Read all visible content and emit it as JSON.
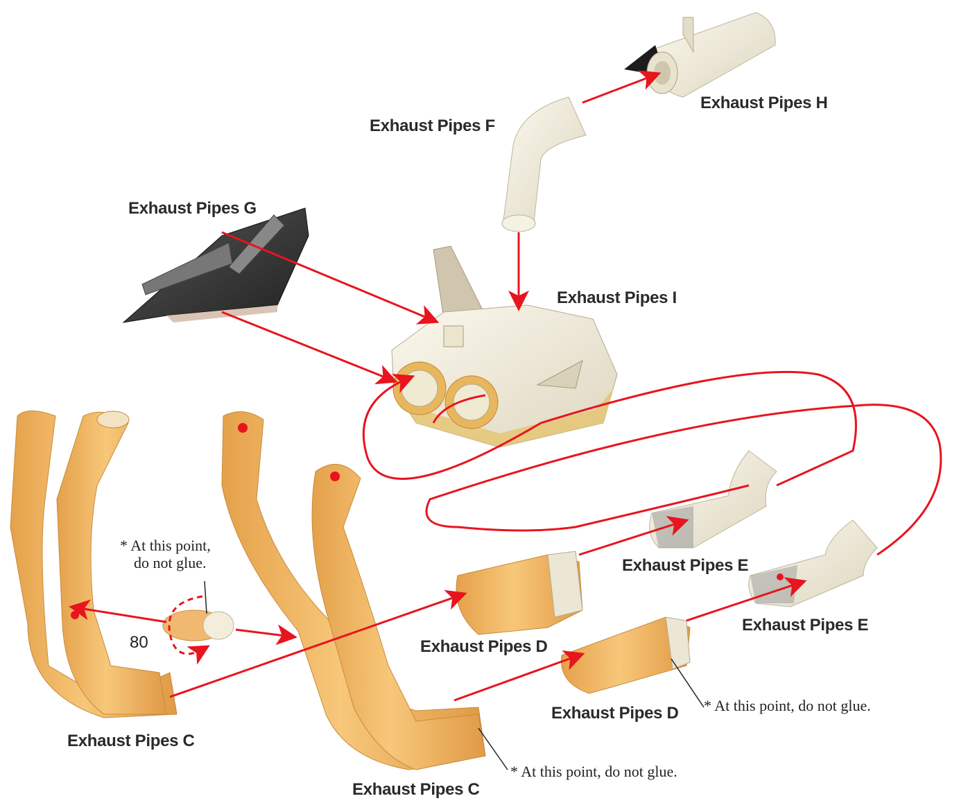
{
  "labels": {
    "pipe_h": "Exhaust Pipes H",
    "pipe_f": "Exhaust Pipes F",
    "pipe_g": "Exhaust Pipes G",
    "pipe_i": "Exhaust Pipes I",
    "pipe_e_upper": "Exhaust Pipes E",
    "pipe_e_lower": "Exhaust Pipes E",
    "pipe_d_upper": "Exhaust Pipes D",
    "pipe_d_lower": "Exhaust Pipes D",
    "pipe_c_left": "Exhaust Pipes C",
    "pipe_c_right": "Exhaust Pipes C"
  },
  "notes": {
    "glue_point_top_line1": "* At this point,",
    "glue_point_top_line2": "do not glue.",
    "glue_point_d": "* At this point, do not glue.",
    "glue_point_c": "* At this point, do not glue."
  },
  "rotation_value": "80",
  "colors": {
    "arrow": "#e8141e",
    "pipe_orange": "#f2b861",
    "pipe_cream": "#efe9d6",
    "panel_dark": "#3a3a3a"
  }
}
